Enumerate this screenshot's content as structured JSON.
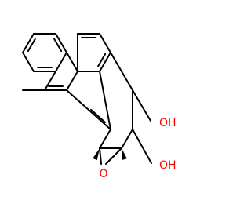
{
  "molecule": {
    "atom_labels": {
      "hydroxyl_upper": "OH",
      "hydroxyl_lower": "OH",
      "epoxide_oxygen": "O"
    },
    "colors": {
      "bond": "#000000",
      "oxygen": "#ff0000",
      "background": "#ffffff"
    }
  }
}
